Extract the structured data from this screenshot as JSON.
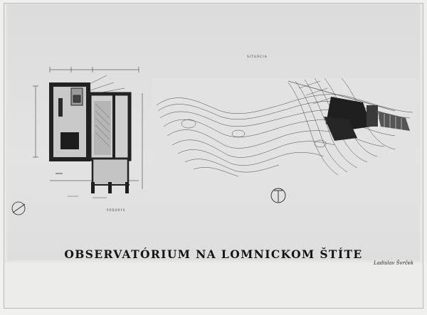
{
  "document": {
    "title": "OBSERVATÓRIUM NA LOMNICKOM ŠTÍTE",
    "signature": "Ladislav Švrček",
    "location_plan_label": "SITUÁCIA",
    "floor_plan_label": "PÔDORYS"
  }
}
